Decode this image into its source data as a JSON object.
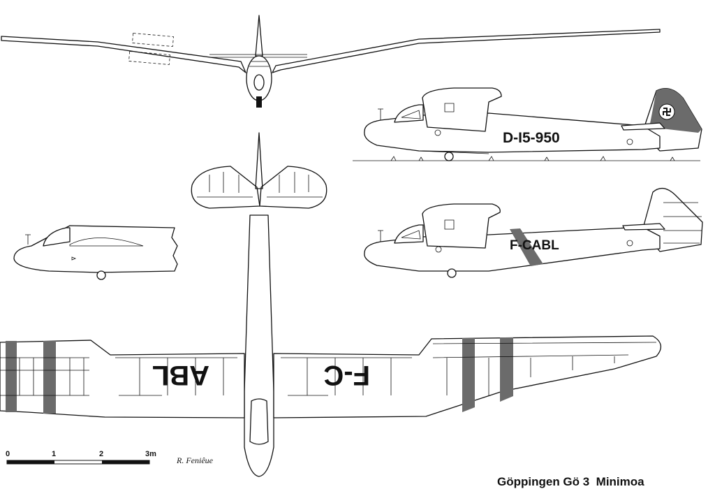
{
  "drawing": {
    "title": "Göppingen Gö 3  Minimoa",
    "author_signature": "R. Feniêue",
    "scale_bar": {
      "ticks": [
        "0",
        "1",
        "2",
        "3m"
      ]
    },
    "registrations": {
      "side_view_upper": "D-I5-950",
      "side_view_lower": "F-CABL",
      "wing_left_reversed": "ABL",
      "wing_right_reversed": "F-C"
    },
    "views": [
      "front-view",
      "side-view-upper",
      "side-view-lower",
      "nose-detail-view",
      "plan-view"
    ],
    "colors": {
      "ink": "#111111",
      "paper": "#ffffff",
      "band": "#6b6b6b"
    }
  }
}
